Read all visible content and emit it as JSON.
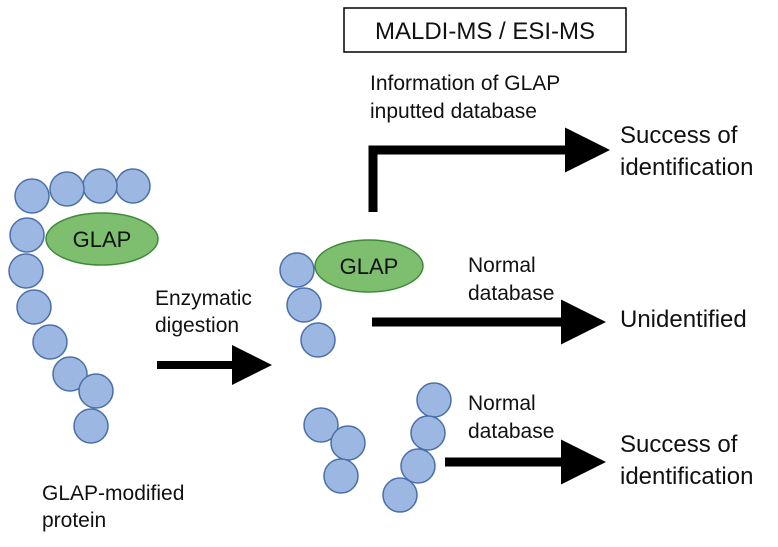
{
  "colors": {
    "residue_fill": "#9CB8E2",
    "residue_stroke": "#4A6FA8",
    "glap_fill": "#7DBF6E",
    "glap_stroke": "#3F8A3A",
    "arrow": "#000000"
  },
  "header": {
    "method_box": "MALDI-MS / ESI-MS"
  },
  "glap_tag": "GLAP",
  "protein": {
    "caption_line1": "GLAP-modified",
    "caption_line2": "protein"
  },
  "step": {
    "label_line1": "Enzymatic",
    "label_line2": "digestion"
  },
  "routes": [
    {
      "db_line1": "Information of GLAP",
      "db_line2": "inputted database",
      "result_line1": "Success of",
      "result_line2": "identification"
    },
    {
      "db_line1": "Normal",
      "db_line2": "database",
      "result_line1": "Unidentified"
    },
    {
      "db_line1": "Normal",
      "db_line2": "database",
      "result_line1": "Success of",
      "result_line2": "identification"
    }
  ]
}
